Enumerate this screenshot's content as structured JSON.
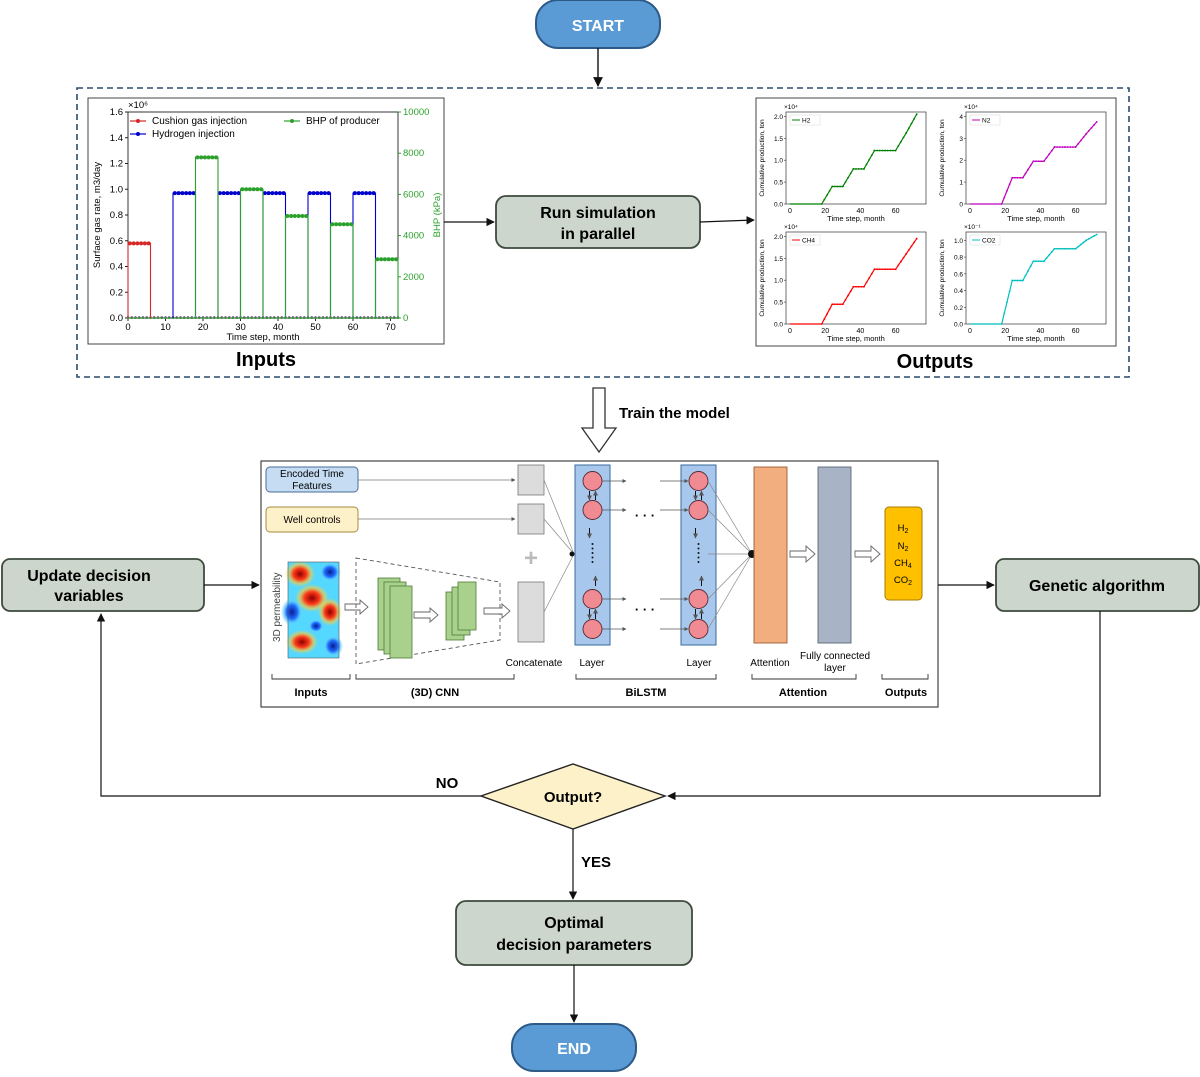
{
  "flow": {
    "start": "START",
    "end": "END",
    "run_sim_line1": "Run simulation",
    "run_sim_line2": "in parallel",
    "inputs_label": "Inputs",
    "outputs_label": "Outputs",
    "train": "Train the model",
    "update_line1": "Update decision",
    "update_line2": "variables",
    "genetic": "Genetic algorithm",
    "decision": "Output?",
    "no": "NO",
    "yes": "YES",
    "optimal_line1": "Optimal",
    "optimal_line2": "decision parameters"
  },
  "model": {
    "encoded_line1": "Encoded Time",
    "encoded_line2": "Features",
    "well_controls": "Well controls",
    "perm_label": "3D permeability",
    "concatenate": "Concatenate",
    "layer": "Layer",
    "attention": "Attention",
    "fc_line1": "Fully connected",
    "fc_line2": "layer",
    "out_h2": "H2",
    "out_n2": "N2",
    "out_ch4": "CH4",
    "out_co2": "CO2",
    "dots": "· · ·",
    "plus": "+",
    "groups": {
      "inputs": "Inputs",
      "cnn": "(3D) CNN",
      "bilstm": "BiLSTM",
      "attention": "Attention",
      "outputs": "Outputs"
    }
  },
  "colors": {
    "blue_node": "#5b9bd5",
    "grey_box": "#cdd6cc",
    "diamond": "#fdf1c9",
    "bilstm": "#a7c8ec",
    "attention": "#f2ae7e",
    "fc": "#a8b4c6",
    "output": "#ffc000",
    "h2": "#008000",
    "n2": "#bf00bf",
    "ch4": "#ff0000",
    "co2": "#00bfbf",
    "cushion": "#d62728",
    "hydrogen": "#0000cc",
    "bhp": "#2ca02c"
  },
  "chart_data": [
    {
      "type": "line",
      "xlabel": "Time step, month",
      "ylabel": "Surface gas rate, m3/day",
      "y2label": "BHP (kPa)",
      "scale_label": "×10⁶",
      "xlim": [
        0,
        72
      ],
      "ylim": [
        0,
        1.6
      ],
      "y2lim": [
        0,
        10000
      ],
      "xticks": [
        0,
        10,
        20,
        30,
        40,
        50,
        60,
        70
      ],
      "yticks": [
        0.0,
        0.2,
        0.4,
        0.6,
        0.8,
        1.0,
        1.2,
        1.4,
        1.6
      ],
      "y2ticks": [
        0,
        2000,
        4000,
        6000,
        8000,
        10000
      ],
      "legend": "top",
      "series": [
        {
          "name": "Cushion gas injection",
          "segments": [
            [
              0,
              6,
              0.58
            ]
          ]
        },
        {
          "name": "Hydrogen injection",
          "segments": [
            [
              12,
              18,
              0.97
            ],
            [
              24,
              30,
              0.97
            ],
            [
              36,
              42,
              0.97
            ],
            [
              48,
              54,
              0.97
            ],
            [
              60,
              66,
              0.97
            ]
          ]
        },
        {
          "name": "BHP of producer",
          "segments": [
            [
              18,
              24,
              7800
            ],
            [
              30,
              36,
              6250
            ],
            [
              42,
              48,
              4950
            ],
            [
              54,
              60,
              4550
            ],
            [
              66,
              72,
              2850
            ]
          ]
        }
      ]
    },
    {
      "type": "line",
      "title": "",
      "legend": "top-left",
      "series": [
        {
          "name": "H2"
        }
      ],
      "xlabel": "Time step, month",
      "ylabel": "Cumulative production, ton",
      "scale_label": "×10⁴",
      "ylim": [
        0,
        2.1
      ],
      "yticks": [
        0.0,
        0.5,
        1.0,
        1.5,
        2.0
      ],
      "xticks": [
        0,
        20,
        40,
        60
      ],
      "xlim": [
        0,
        75
      ],
      "steps": [
        [
          0,
          0
        ],
        [
          18,
          0
        ],
        [
          24,
          0.4
        ],
        [
          30,
          0.4
        ],
        [
          36,
          0.8
        ],
        [
          42,
          0.8
        ],
        [
          48,
          1.22
        ],
        [
          54,
          1.22
        ],
        [
          60,
          1.22
        ],
        [
          66,
          1.62
        ],
        [
          72,
          2.05
        ]
      ]
    },
    {
      "type": "line",
      "legend": "top-left",
      "series": [
        {
          "name": "N2"
        }
      ],
      "xlabel": "Time step, month",
      "ylabel": "Cumulative production, ton",
      "scale_label": "×10⁴",
      "ylim": [
        0,
        4.2
      ],
      "yticks": [
        0,
        1,
        2,
        3,
        4
      ],
      "xticks": [
        0,
        20,
        40,
        60
      ],
      "xlim": [
        0,
        75
      ],
      "steps": [
        [
          0,
          0
        ],
        [
          18,
          0
        ],
        [
          24,
          1.2
        ],
        [
          30,
          1.2
        ],
        [
          36,
          1.95
        ],
        [
          42,
          1.95
        ],
        [
          48,
          2.6
        ],
        [
          54,
          2.6
        ],
        [
          60,
          2.6
        ],
        [
          66,
          3.2
        ],
        [
          72,
          3.75
        ]
      ]
    },
    {
      "type": "line",
      "legend": "top-left",
      "series": [
        {
          "name": "CH4"
        }
      ],
      "xlabel": "Time step, month",
      "ylabel": "Cumulative production, ton",
      "scale_label": "×10⁴",
      "ylim": [
        0,
        2.1
      ],
      "yticks": [
        0.0,
        0.5,
        1.0,
        1.5,
        2.0
      ],
      "xticks": [
        0,
        20,
        40,
        60
      ],
      "xlim": [
        0,
        75
      ],
      "steps": [
        [
          0,
          0
        ],
        [
          18,
          0
        ],
        [
          24,
          0.45
        ],
        [
          30,
          0.45
        ],
        [
          36,
          0.85
        ],
        [
          42,
          0.85
        ],
        [
          48,
          1.25
        ],
        [
          54,
          1.25
        ],
        [
          60,
          1.25
        ],
        [
          66,
          1.6
        ],
        [
          72,
          1.95
        ]
      ]
    },
    {
      "type": "line",
      "legend": "top-left",
      "series": [
        {
          "name": "CO2"
        }
      ],
      "xlabel": "Time step, month",
      "ylabel": "Cumulative production, ton",
      "scale_label": "×10⁻¹",
      "ylim": [
        0,
        1.1
      ],
      "yticks": [
        0.0,
        0.2,
        0.4,
        0.6,
        0.8,
        1.0
      ],
      "xticks": [
        0,
        20,
        40,
        60
      ],
      "xlim": [
        0,
        75
      ],
      "steps": [
        [
          0,
          0
        ],
        [
          18,
          0
        ],
        [
          24,
          0.52
        ],
        [
          30,
          0.52
        ],
        [
          36,
          0.75
        ],
        [
          42,
          0.75
        ],
        [
          48,
          0.9
        ],
        [
          54,
          0.9
        ],
        [
          60,
          0.9
        ],
        [
          66,
          1.0
        ],
        [
          72,
          1.07
        ]
      ]
    }
  ]
}
